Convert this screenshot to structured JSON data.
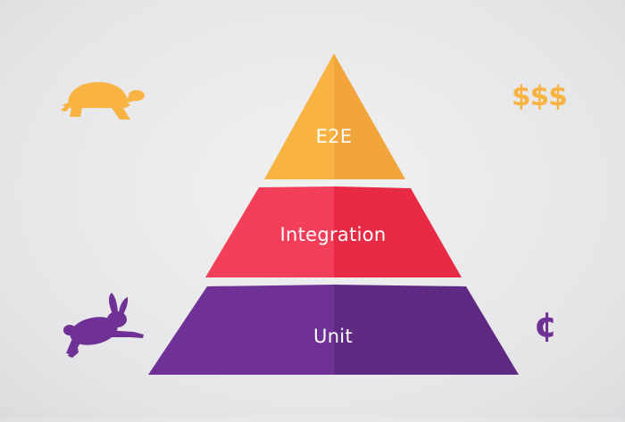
{
  "pyramid": {
    "layers": [
      {
        "label": "E2E",
        "color_light": "#f9b342",
        "color_dark": "#f2a53a"
      },
      {
        "label": "Integration",
        "color_light": "#f43f5b",
        "color_dark": "#e82a45"
      },
      {
        "label": "Unit",
        "color_light": "#6f3196",
        "color_dark": "#5e2a83"
      }
    ]
  },
  "speed_scale": {
    "top_icon": "turtle-icon",
    "bottom_icon": "rabbit-icon",
    "gradient_top": "#f6a93b",
    "gradient_bottom": "#7f3b9e",
    "icon_color_top": "#f9b342",
    "icon_color_bottom": "#6f3196"
  },
  "cost_scale": {
    "top_label": "$$$",
    "bottom_label": "¢",
    "top_color": "#f9b342",
    "bottom_color": "#6f3196",
    "gradient_top": "#f6a93b",
    "gradient_bottom": "#7f3b9e"
  }
}
